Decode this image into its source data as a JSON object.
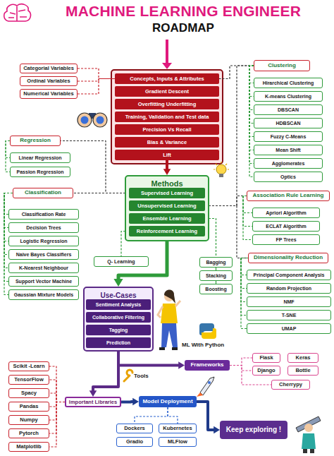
{
  "diagram": {
    "title": "MACHINE LEARNING ENGINEER",
    "nodes": [
      {
        "text": [
          "Concepts, Inputs & Attributes"
        ]
      },
      {
        "text": [
          "Gradient Descent"
        ]
      },
      {
        "text": [
          "Overfitting Underfitting"
        ]
      },
      {
        "text": [
          "Training, Validation and Test data"
        ]
      },
      {
        "text": [
          "Precision Vs Recall"
        ]
      },
      {
        "text": [
          "Bias & Variance"
        ]
      },
      {
        "text": [
          "Lift"
        ]
      },
      {
        "text": [
          "Categorial Variables"
        ]
      },
      {
        "text": [
          "Ordinal Variables"
        ]
      },
      {
        "text": [
          "Numerical Variables"
        ]
      },
      {
        "text": [
          "Clustering"
        ]
      },
      {
        "text": [
          "Hirarchical Clustering"
        ]
      },
      {
        "text": [
          "K-means Clustering"
        ]
      },
      {
        "text": [
          "DBSCAN"
        ]
      },
      {
        "text": [
          "HDBSCAN"
        ]
      },
      {
        "text": [
          "Fuzzy C-Means"
        ]
      },
      {
        "text": [
          "Mean Shift"
        ]
      },
      {
        "text": [
          "Agglomerates"
        ]
      },
      {
        "text": [
          "Optics"
        ]
      },
      {
        "text": [
          "Methods"
        ]
      },
      {
        "text": [
          "Supervised Learning"
        ],
        "in": 19
      },
      {
        "text": [
          "Unsupervised Learning"
        ],
        "in": 19
      },
      {
        "text": [
          "Ensemble Learning"
        ],
        "in": 19
      },
      {
        "text": [
          "Reinforcement Learning"
        ],
        "in": 19
      },
      {
        "text": [
          "Regression"
        ]
      },
      {
        "text": [
          "Linear Regression"
        ]
      },
      {
        "text": [
          "Passion Regression"
        ]
      },
      {
        "text": [
          "Classification"
        ]
      },
      {
        "text": [
          "Classification Rate"
        ]
      },
      {
        "text": [
          "Decision Trees"
        ]
      },
      {
        "text": [
          "Logistic Regression"
        ]
      },
      {
        "text": [
          "Naive Bayes Classifiers"
        ]
      },
      {
        "text": [
          "K-Nearest Neighbour"
        ]
      },
      {
        "text": [
          "Support Vector Machine"
        ]
      },
      {
        "text": [
          "Gaussian Mixture Models"
        ]
      },
      {
        "text": [
          "Association Rule Learning"
        ]
      },
      {
        "text": [
          "Apriori Algorithm"
        ]
      },
      {
        "text": [
          "ECLAT Algorithm"
        ]
      },
      {
        "text": [
          "FP Trees"
        ]
      },
      {
        "text": [
          "Q- Learning"
        ]
      },
      {
        "text": [
          "Bagging"
        ]
      },
      {
        "text": [
          "Stacking"
        ]
      },
      {
        "text": [
          "Boosting"
        ]
      },
      {
        "text": [
          "Dimensionality Reduction"
        ]
      },
      {
        "text": [
          "Principal Component Analysis"
        ]
      },
      {
        "text": [
          "Random Projection"
        ]
      },
      {
        "text": [
          "NMF"
        ]
      },
      {
        "text": [
          "T-SNE"
        ]
      },
      {
        "text": [
          "UMAP"
        ]
      },
      {
        "text": [
          "Use-Cases"
        ]
      },
      {
        "text": [
          "Sentiment Analysis"
        ],
        "in": 49
      },
      {
        "text": [
          "Collaborative Filtering"
        ],
        "in": 49
      },
      {
        "text": [
          "Tagging"
        ],
        "in": 49
      },
      {
        "text": [
          "Prediction"
        ],
        "in": 49
      },
      {
        "text": [
          "Frameworks"
        ]
      },
      {
        "text": [
          "Flask"
        ]
      },
      {
        "text": [
          "Keras"
        ]
      },
      {
        "text": [
          "Django"
        ]
      },
      {
        "text": [
          "Bottle"
        ]
      },
      {
        "text": [
          "Cherrypy"
        ]
      },
      {
        "text": [
          "Important Libraries"
        ]
      },
      {
        "text": [
          "Scikit -Learn"
        ]
      },
      {
        "text": [
          "TensorFlow"
        ]
      },
      {
        "text": [
          "Spacy"
        ]
      },
      {
        "text": [
          "Pandas"
        ]
      },
      {
        "text": [
          "Numpy"
        ]
      },
      {
        "text": [
          "Pytorch"
        ]
      },
      {
        "text": [
          "Matplotlib"
        ]
      },
      {
        "text": [
          "Model Deployment"
        ]
      },
      {
        "text": [
          "Dockers"
        ]
      },
      {
        "text": [
          "Kubernetes"
        ]
      },
      {
        "text": [
          "Gradio"
        ]
      },
      {
        "text": [
          "MLFlow"
        ]
      },
      {
        "text": [
          "Keep exploring !"
        ]
      }
    ],
    "edges": [
      {
        "from": 7,
        "to": 0,
        "arrow": "none"
      },
      {
        "from": 8,
        "to": 0,
        "arrow": "none"
      },
      {
        "from": 9,
        "to": 0,
        "arrow": "none"
      },
      {
        "from": 10,
        "to": 0,
        "arrow": "none"
      },
      {
        "from": 6,
        "to": 19,
        "arrow": "to"
      },
      {
        "from": 20,
        "to": 24,
        "arrow": "none"
      },
      {
        "from": 20,
        "to": 27,
        "arrow": "none"
      },
      {
        "from": 21,
        "to": 10,
        "arrow": "none"
      },
      {
        "from": 21,
        "to": 35,
        "arrow": "none"
      },
      {
        "from": 21,
        "to": 43,
        "arrow": "none"
      },
      {
        "from": 22,
        "to": 40,
        "arrow": "none"
      },
      {
        "from": 40,
        "to": 41,
        "arrow": "none"
      },
      {
        "from": 41,
        "to": 42,
        "arrow": "none"
      },
      {
        "from": 23,
        "to": 39,
        "arrow": "none"
      },
      {
        "from": 19,
        "to": 49,
        "arrow": "to"
      },
      {
        "from": 49,
        "to": 54,
        "arrow": "to"
      },
      {
        "from": 49,
        "to": 60,
        "arrow": "to"
      },
      {
        "from": 60,
        "to": 68,
        "arrow": "to"
      },
      {
        "from": 68,
        "to": 73,
        "arrow": "to"
      },
      {
        "from": 54,
        "to": 55,
        "arrow": "none"
      },
      {
        "from": 54,
        "to": 57,
        "arrow": "none"
      },
      {
        "from": 54,
        "to": 59,
        "arrow": "none"
      },
      {
        "from": 60,
        "to": 61,
        "arrow": "none"
      },
      {
        "from": 60,
        "to": 62,
        "arrow": "none"
      },
      {
        "from": 60,
        "to": 63,
        "arrow": "none"
      },
      {
        "from": 60,
        "to": 64,
        "arrow": "none"
      },
      {
        "from": 60,
        "to": 65,
        "arrow": "none"
      },
      {
        "from": 60,
        "to": 66,
        "arrow": "none"
      },
      {
        "from": 60,
        "to": 67,
        "arrow": "none"
      },
      {
        "from": 68,
        "to": 69,
        "arrow": "none"
      },
      {
        "from": 68,
        "to": 70,
        "arrow": "none"
      },
      {
        "from": 10,
        "to": 11,
        "arrow": "none"
      },
      {
        "from": 10,
        "to": 12,
        "arrow": "none"
      },
      {
        "from": 10,
        "to": 13,
        "arrow": "none"
      },
      {
        "from": 10,
        "to": 14,
        "arrow": "none"
      },
      {
        "from": 10,
        "to": 15,
        "arrow": "none"
      },
      {
        "from": 10,
        "to": 16,
        "arrow": "none"
      },
      {
        "from": 10,
        "to": 17,
        "arrow": "none"
      },
      {
        "from": 10,
        "to": 18,
        "arrow": "none"
      },
      {
        "from": 24,
        "to": 25,
        "arrow": "none"
      },
      {
        "from": 24,
        "to": 26,
        "arrow": "none"
      },
      {
        "from": 27,
        "to": 28,
        "arrow": "none"
      },
      {
        "from": 27,
        "to": 29,
        "arrow": "none"
      },
      {
        "from": 27,
        "to": 30,
        "arrow": "none"
      },
      {
        "from": 27,
        "to": 31,
        "arrow": "none"
      },
      {
        "from": 27,
        "to": 32,
        "arrow": "none"
      },
      {
        "from": 27,
        "to": 33,
        "arrow": "none"
      },
      {
        "from": 27,
        "to": 34,
        "arrow": "none"
      },
      {
        "from": 35,
        "to": 36,
        "arrow": "none"
      },
      {
        "from": 35,
        "to": 37,
        "arrow": "none"
      },
      {
        "from": 35,
        "to": 38,
        "arrow": "none"
      },
      {
        "from": 43,
        "to": 44,
        "arrow": "none"
      },
      {
        "from": 43,
        "to": 45,
        "arrow": "none"
      },
      {
        "from": 43,
        "to": 46,
        "arrow": "none"
      },
      {
        "from": 43,
        "to": 47,
        "arrow": "none"
      },
      {
        "from": 43,
        "to": 48,
        "arrow": "none"
      }
    ],
    "labels": [
      "ROADMAP",
      "ML With Python",
      "Tools"
    ]
  }
}
